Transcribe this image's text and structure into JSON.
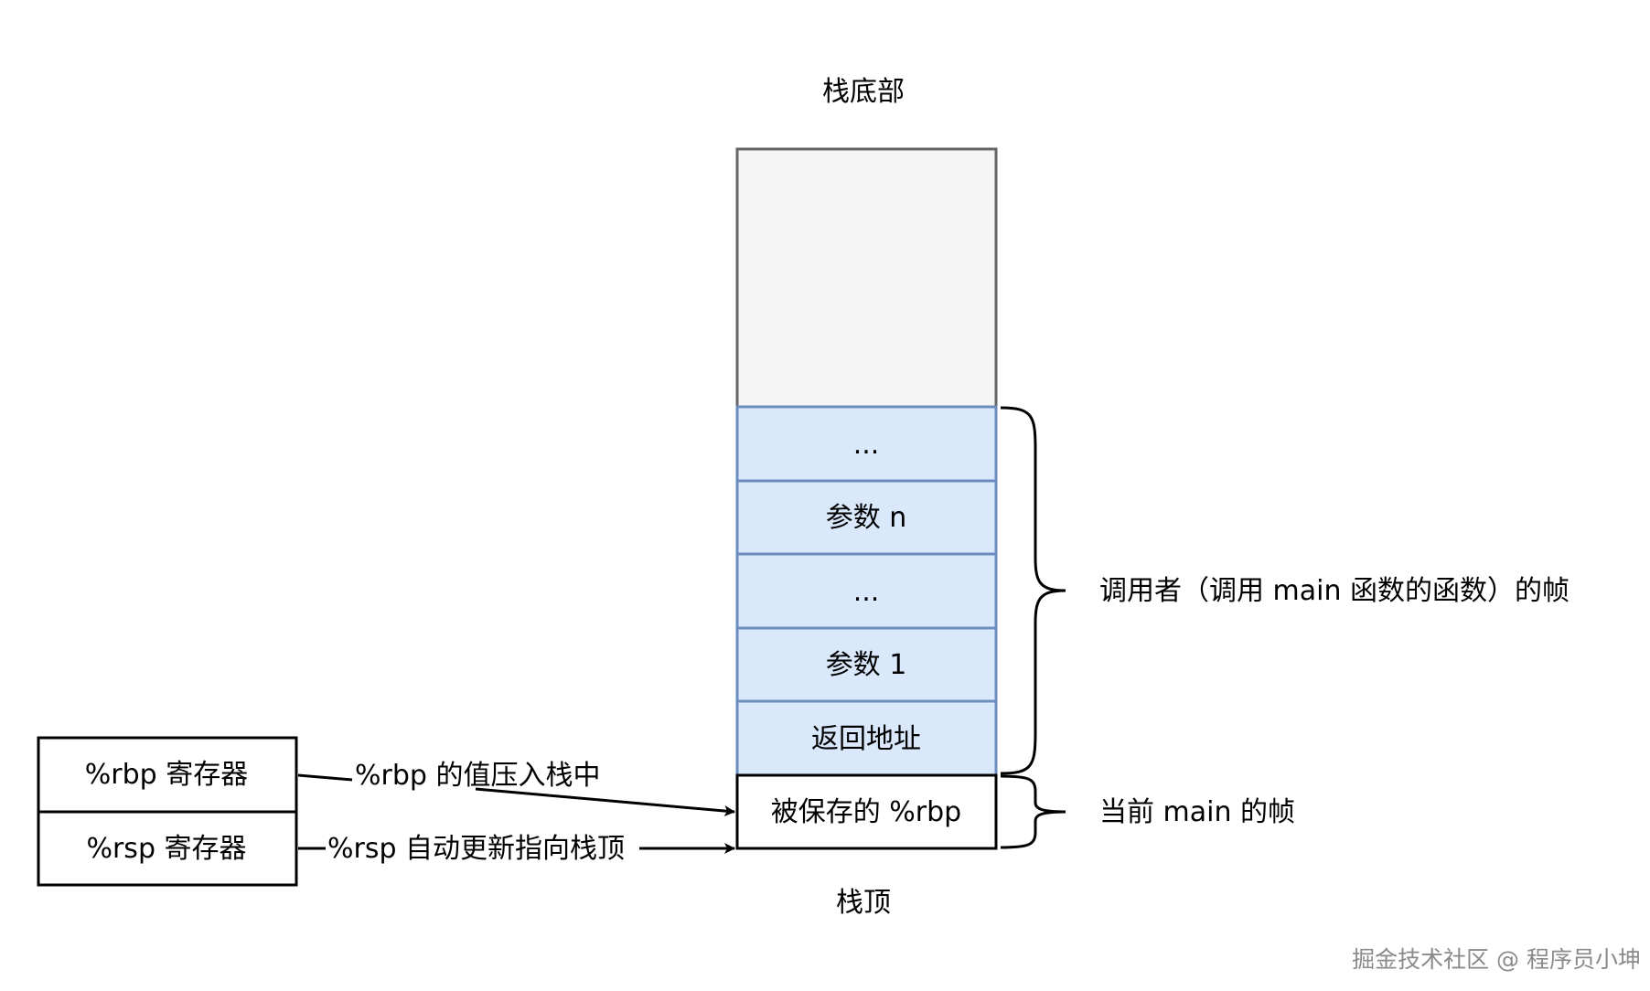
{
  "stack": {
    "bottom_label": "栈底部",
    "top_label": "栈顶",
    "cells": [
      "...",
      "参数 n",
      "...",
      "参数 1",
      "返回地址",
      "被保存的 %rbp"
    ]
  },
  "registers": [
    {
      "name": "%rbp 寄存器",
      "action": "%rbp 的值压入栈中"
    },
    {
      "name": "%rsp 寄存器",
      "action": "%rsp 自动更新指向栈顶"
    }
  ],
  "frames": {
    "caller": "调用者（调用 main 函数的函数）的帧",
    "current": "当前 main 的帧"
  },
  "watermark": "掘金技术社区 @ 程序员小坤",
  "colors": {
    "empty_region_fill": "#f5f5f5",
    "empty_region_stroke": "#666666",
    "caller_cell_fill": "#dae8fc",
    "caller_cell_stroke": "#6c8ebf",
    "stroke": "#000000",
    "watermark": "#8a8a8a"
  }
}
